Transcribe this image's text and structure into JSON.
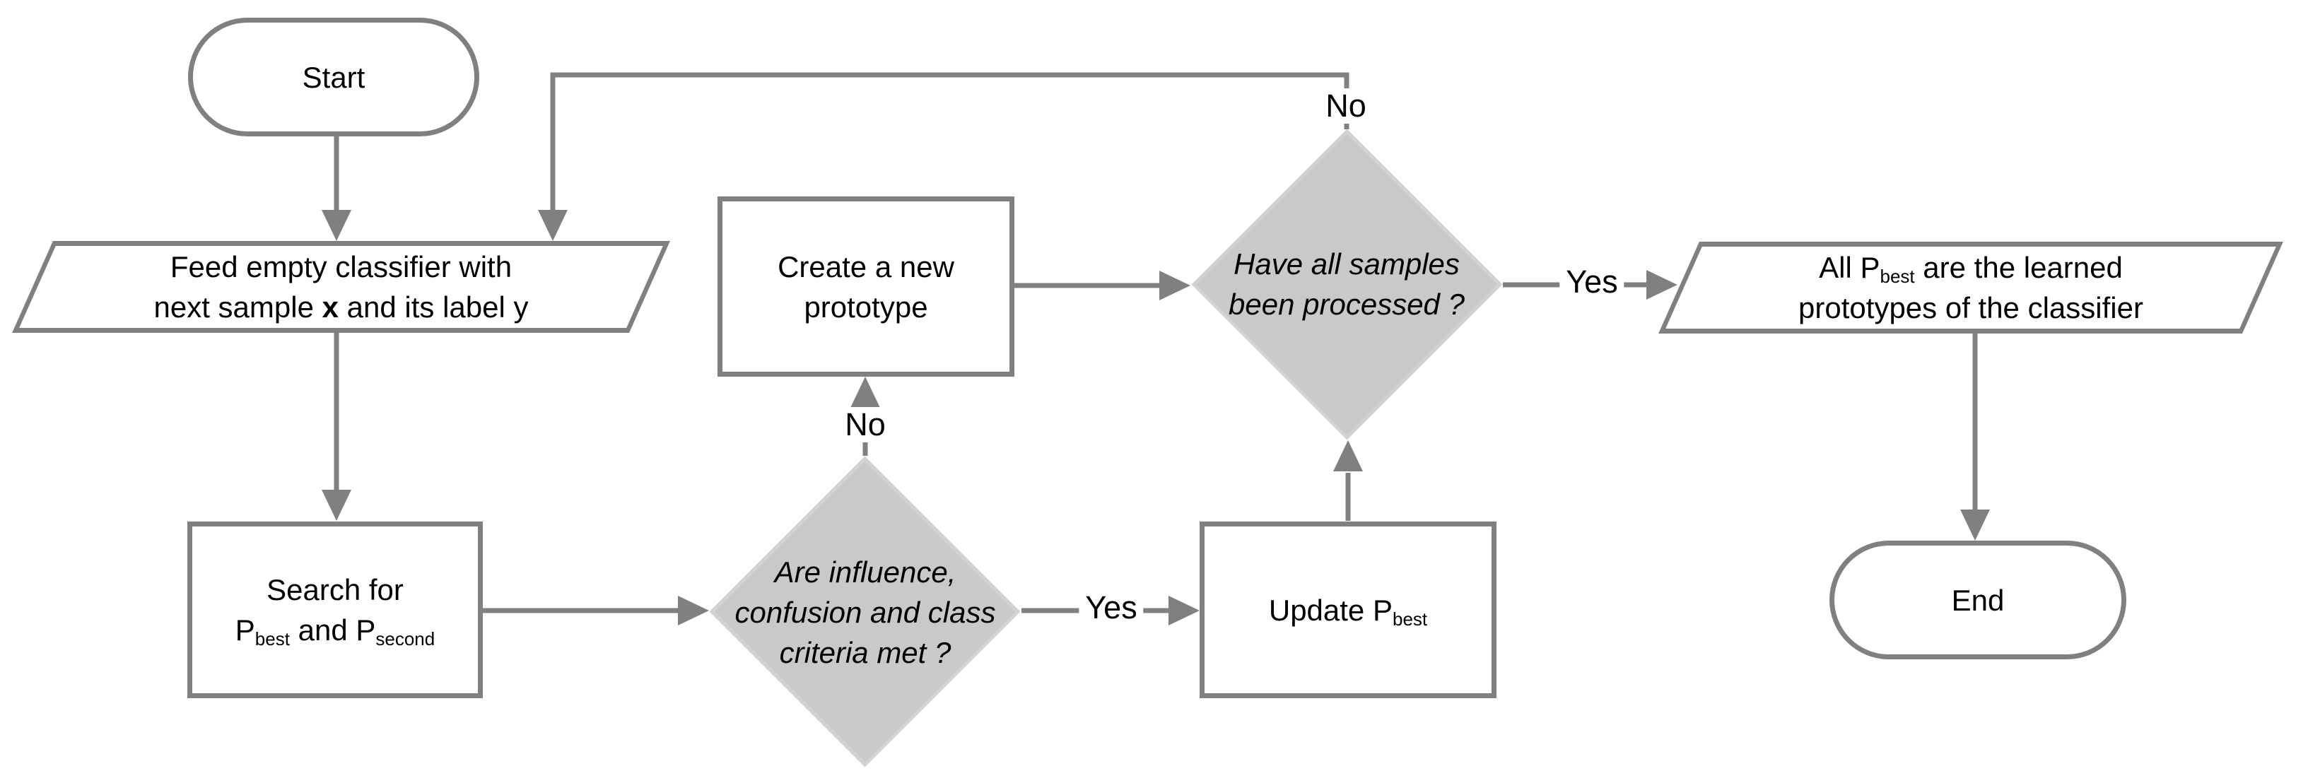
{
  "diagram": {
    "type": "flowchart",
    "background": "#ffffff"
  },
  "nodes": {
    "start": {
      "shape": "stadium",
      "label": "Start"
    },
    "feed": {
      "shape": "parallelogram",
      "line1": "Feed empty classifier with",
      "line2_pre": "next sample ",
      "line2_bold": "x",
      "line2_post": " and its label y"
    },
    "search": {
      "shape": "rectangle",
      "line1": "Search for",
      "line2_p1": "P",
      "line2_sub1": "best",
      "line2_mid": " and P",
      "line2_sub2": "second"
    },
    "decision1": {
      "shape": "diamond",
      "line1": "Are influence,",
      "line2": "confusion and class",
      "line3": "criteria met ?"
    },
    "create": {
      "shape": "rectangle",
      "line1": "Create a new",
      "line2": "prototype"
    },
    "decision2": {
      "shape": "diamond",
      "line1": "Have all samples",
      "line2": "been processed ?"
    },
    "update": {
      "shape": "rectangle",
      "pre": "Update P",
      "sub": "best"
    },
    "result": {
      "shape": "parallelogram",
      "line1_pre": "All P",
      "line1_sub": "best",
      "line1_post": " are the learned",
      "line2": "prototypes of the classifier"
    },
    "end": {
      "shape": "stadium",
      "label": "End"
    }
  },
  "edge_labels": {
    "decision1_no": "No",
    "decision1_yes": "Yes",
    "decision2_no": "No",
    "decision2_yes": "Yes"
  },
  "colors": {
    "line": "#808080",
    "node_border": "#808080",
    "node_fill": "#ffffff",
    "diamond_fill": "#c9c9c9",
    "diamond_border": "#d2d2d2",
    "text": "#000000",
    "background": "#ffffff"
  }
}
